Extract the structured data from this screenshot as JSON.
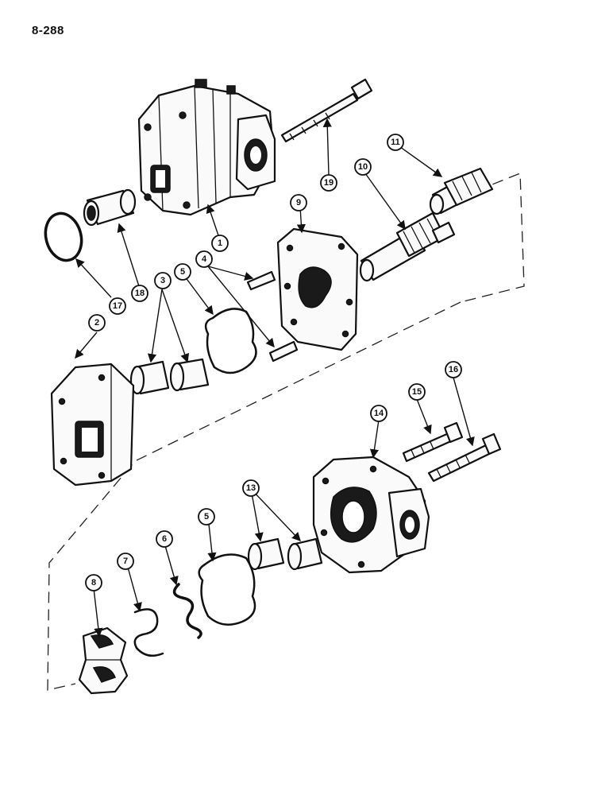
{
  "page_number": "8-288",
  "callouts": {
    "c1": "1",
    "c2": "2",
    "c3": "3",
    "c4": "4",
    "c5a": "5",
    "c5b": "5",
    "c6": "6",
    "c7": "7",
    "c8": "8",
    "c9": "9",
    "c10": "10",
    "c11": "11",
    "c13": "13",
    "c14": "14",
    "c15": "15",
    "c16": "16",
    "c17": "17",
    "c18": "18",
    "c19": "19"
  }
}
